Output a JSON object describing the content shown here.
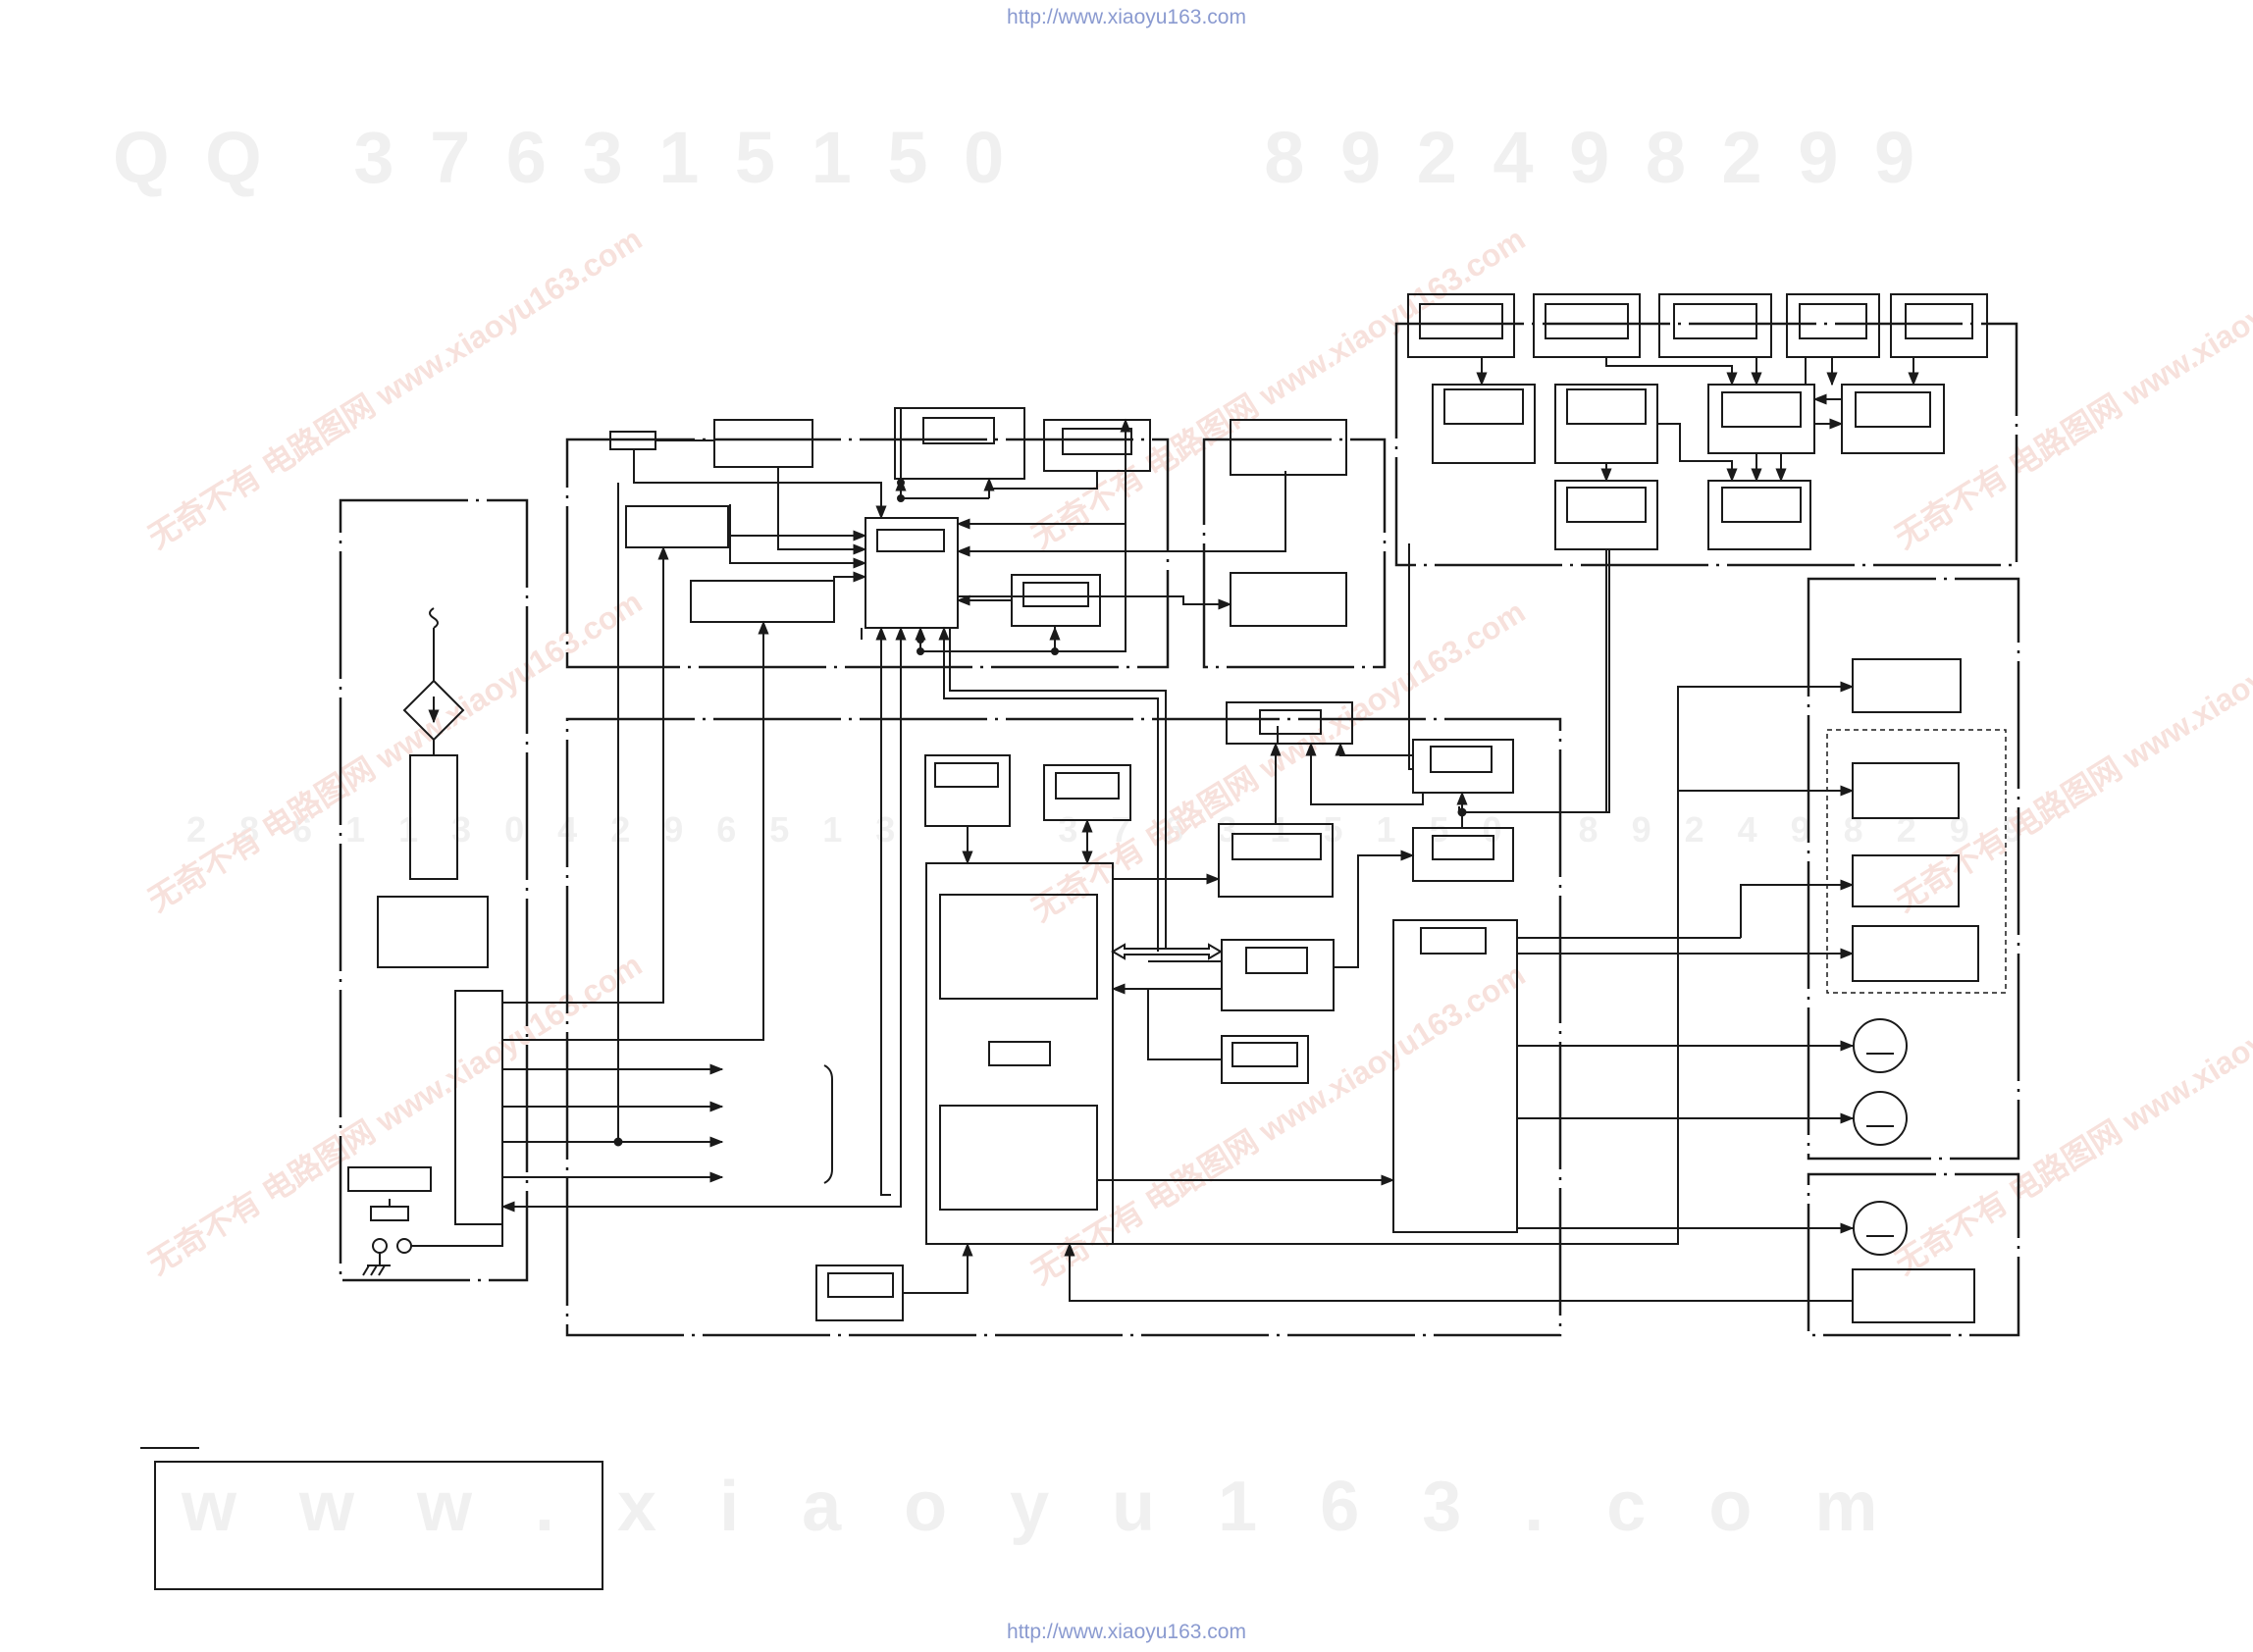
{
  "header": {
    "url": "http://www.xiaoyu163.com"
  },
  "footer": {
    "url": "http://www.xiaoyu163.com"
  },
  "watermarks": {
    "top_row": "Q Q   3 7 6 3 1 5 1 5 0         8 9 2 4 9 8 2 9 9",
    "middle_row": "2 8 6 1 1 3 0 4 2 9 6 5 1 3       3 7 6 3 1 5 1 5 0   8 9 2 4 9 8 2 9 9",
    "bottom_row": "w w w . x i a o y u 1 6 3 . c o m",
    "stamp_text": "无奇不有 电路图网 www.xiaoyu163.com"
  },
  "colors": {
    "line": "#1a1a1a",
    "url_text": "#8a9ad0",
    "watermark_gray": "#f0f0f0",
    "watermark_red": "#f7e1dc"
  }
}
